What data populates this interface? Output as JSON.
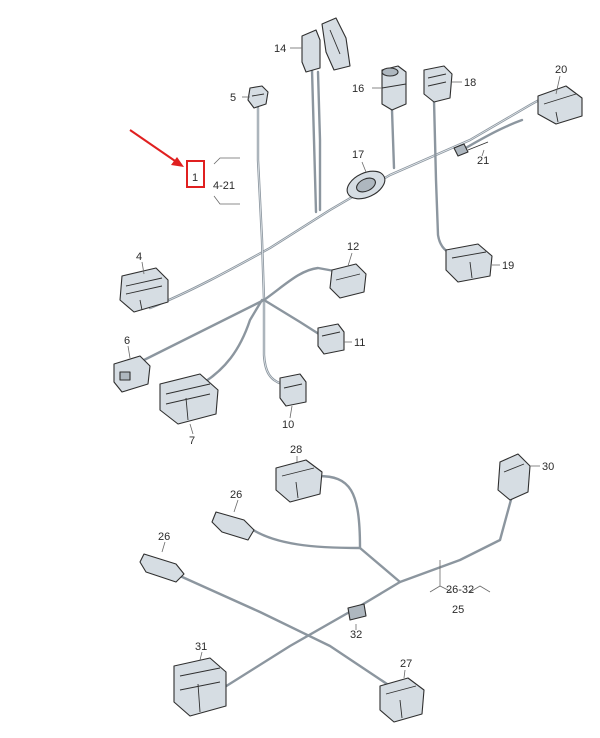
{
  "labels": {
    "p1": "1",
    "p4_21": "4-21",
    "p4": "4",
    "p5": "5",
    "p6": "6",
    "p7": "7",
    "p10": "10",
    "p11": "11",
    "p12": "12",
    "p14": "14",
    "p16": "16",
    "p17": "17",
    "p18": "18",
    "p19": "19",
    "p20": "20",
    "p21": "21",
    "p25": "25",
    "p26_top": "26",
    "p26_left": "26",
    "p26_32": "26-32",
    "p27": "27",
    "p28": "28",
    "p30": "30",
    "p31": "31",
    "p32": "32"
  },
  "colors": {
    "highlight": "#e02020",
    "wire": "#8c969f",
    "part_fill": "#d6dde3",
    "outline": "#2f2f2f"
  }
}
